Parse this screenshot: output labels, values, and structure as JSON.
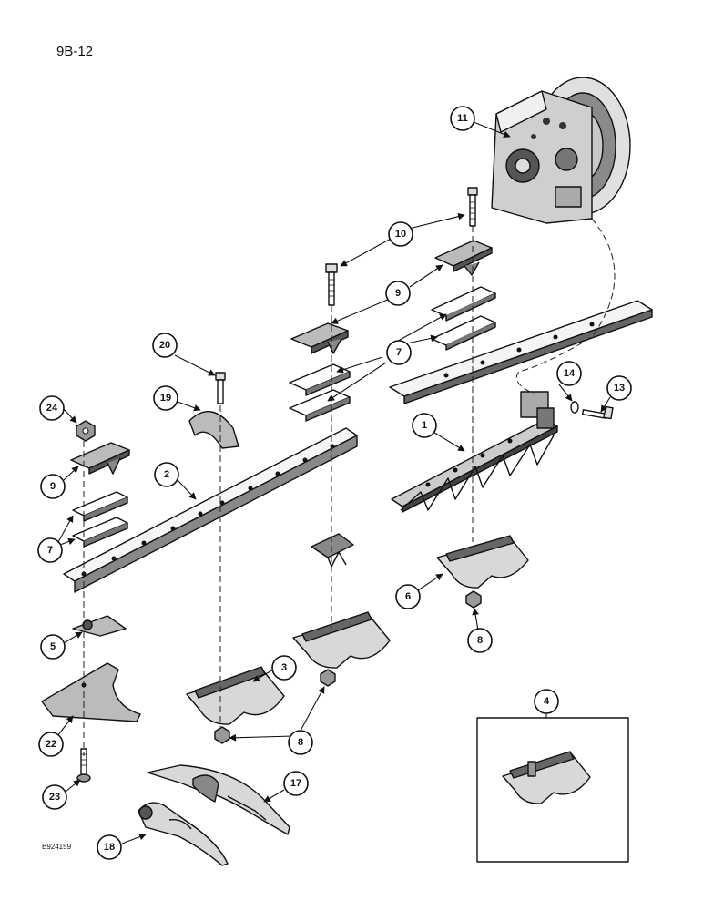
{
  "header": {
    "page_code": "9B-12"
  },
  "footer": {
    "figure_code": "B924159"
  },
  "callouts": [
    "1",
    "2",
    "3",
    "4",
    "5",
    "6",
    "7",
    "8",
    "9",
    "10",
    "11",
    "13",
    "14",
    "17",
    "18",
    "19",
    "20",
    "22",
    "23",
    "24"
  ]
}
